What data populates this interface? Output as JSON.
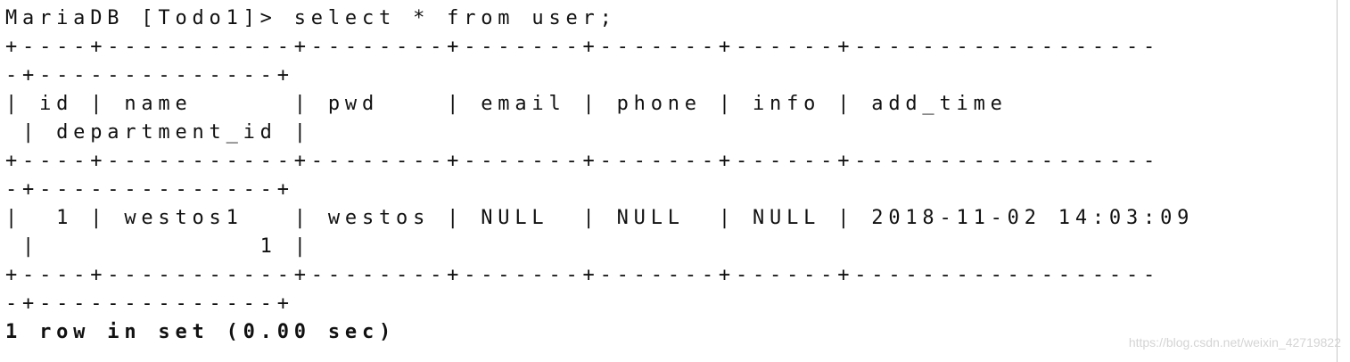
{
  "terminal": {
    "lines": [
      "MariaDB [Todo1]> select * from user;",
      "+----+-----------+--------+-------+-------+------+------------------",
      "-+--------------+",
      "| id | name      | pwd    | email | phone | info | add_time",
      " | department_id |",
      "+----+-----------+--------+-------+-------+------+------------------",
      "-+--------------+",
      "|  1 | westos1   | westos | NULL  | NULL  | NULL | 2018-11-02 14:03:09",
      " |             1 |",
      "+----+-----------+--------+-------+-------+------+------------------",
      "-+--------------+",
      "1 row in set (0.00 sec)"
    ]
  },
  "watermark": {
    "text": "https://blog.csdn.net/weixin_42719822"
  }
}
